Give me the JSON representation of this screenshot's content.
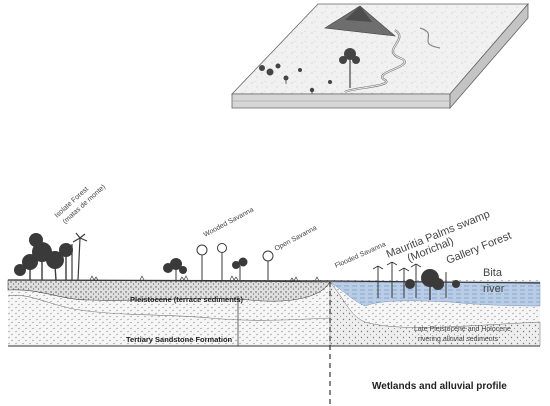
{
  "labels": {
    "isolate_forest_1": "Isolate Forest",
    "isolate_forest_2": "(matas de monte)",
    "wooded_savanna": "Wooded Savanna",
    "open_savanna": "Open Savanna",
    "flooded_savanna": "Flooded Savanna",
    "mauritia_1": "Mauritia Palms swamp",
    "mauritia_2": "(Morichal)",
    "gallery_forest": "Gallery Forest",
    "bita_1": "Bita",
    "bita_2": "river",
    "pleistocene": "Pleistocene (terrace sediments)",
    "tertiary": "Tertiary Sandstone Formation",
    "late_pleistocene_1": "Late Pleistocene and Holocene",
    "late_pleistocene_2": "rivering alluvial sediments",
    "profile_caption": "Wetlands and alluvial profile"
  },
  "colors": {
    "ground_line": "#333333",
    "sediment_fill": "#e6e6e6",
    "water": "#9fb8d8",
    "vegetation": "#3a3a3a",
    "caption": "#555555"
  },
  "icons": [
    "block-diagram-3d-icon",
    "tree-icon",
    "palm-tree-icon",
    "shrub-icon",
    "round-savanna-tree-icon"
  ]
}
